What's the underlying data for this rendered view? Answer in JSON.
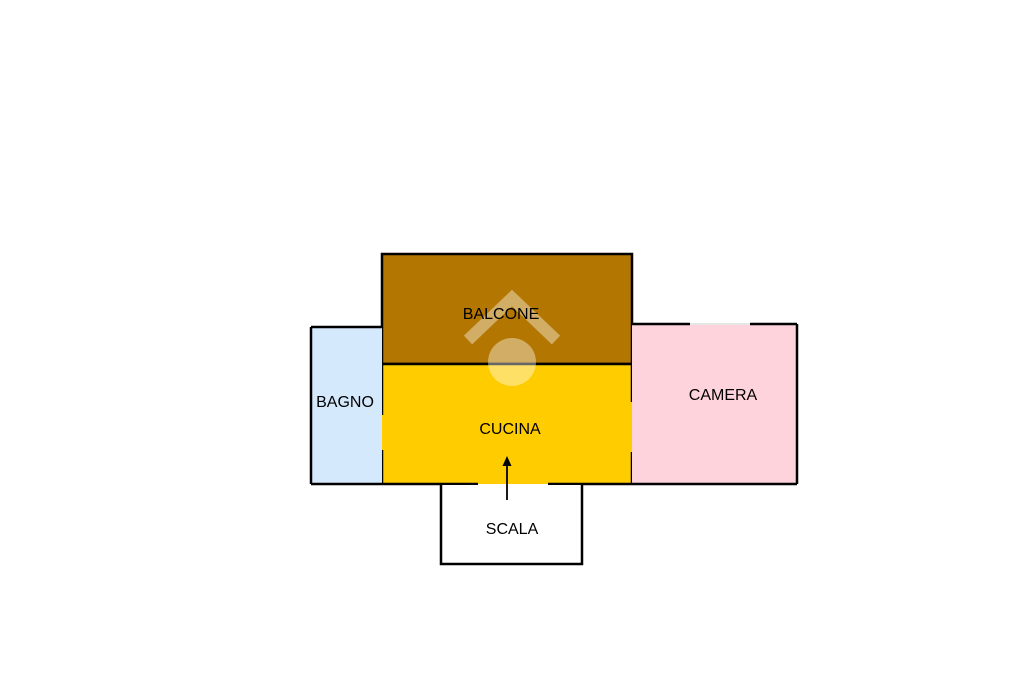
{
  "floorplan": {
    "colors": {
      "balcone": "#b37600",
      "cucina": "#ffcc00",
      "bagno": "#d5e9fd",
      "camera": "#ffd3dc",
      "scala": "#ffffff",
      "walls": "#000000"
    },
    "rooms": {
      "balcone": "BALCONE",
      "bagno": "BAGNO",
      "cucina": "CUCINA",
      "camera": "CAMERA",
      "scala": "SCALA"
    },
    "watermark_icon": "house-pin-logo-icon",
    "entrance_icon": "arrow-up-icon"
  }
}
